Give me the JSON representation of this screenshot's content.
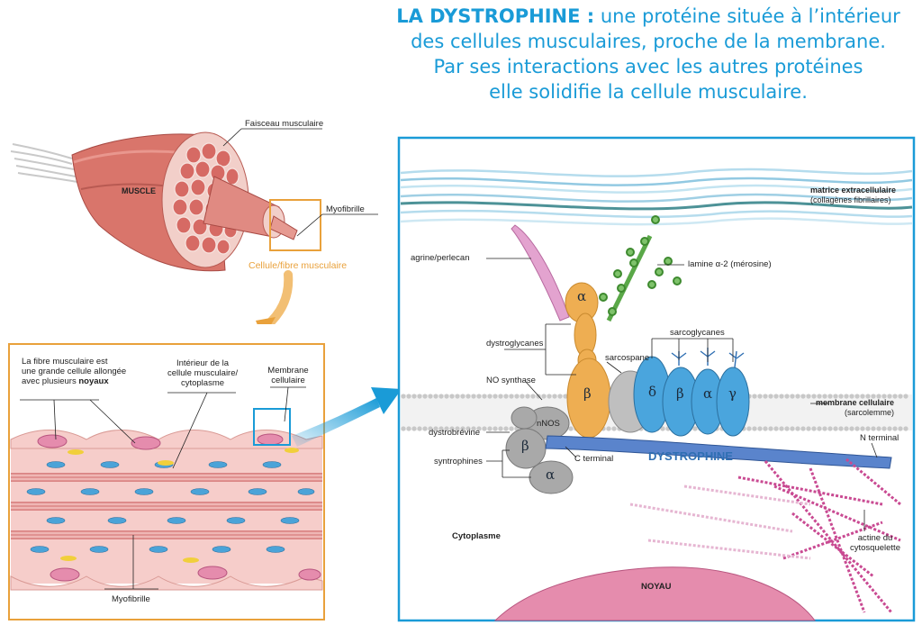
{
  "title": {
    "bold": "LA DYSTROPHINE :",
    "line1": " une protéine située à l’intérieur",
    "line2": "des cellules musculaires, proche de la membrane.",
    "line3": "Par ses interactions avec les autres protéines",
    "line4": "elle solidifie la cellule musculaire."
  },
  "muscle": {
    "muscle": "MUSCLE",
    "faisceau": "Faisceau musculaire",
    "myofibrille": "Myofibrille",
    "cellule_fibre": "Cellule/fibre musculaire"
  },
  "fiber_panel": {
    "desc_line1": "La fibre musculaire est",
    "desc_line2": "une grande cellule allongée",
    "desc_line3_pre": "avec plusieurs ",
    "desc_line3_bold": "noyaux",
    "interieur_line1": "Intérieur de la",
    "interieur_line2": "cellule musculaire/",
    "interieur_line3": "cytoplasme",
    "membrane_line1": "Membrane",
    "membrane_line2": "cellulaire",
    "myofibrille": "Myofibrille"
  },
  "molecular": {
    "matrice_line1": "matrice extracellulaire",
    "matrice_line2": "(collagènes fibrillaires)",
    "agrine": "agrine/perlecan",
    "laminine": "lamine α-2 (mérosine)",
    "dystroglycanes": "dystroglycanes",
    "sarcospane": "sarcospane",
    "sarcoglycanes": "sarcoglycanes",
    "no_synthase": "NO synthase",
    "nnos": "nNOS",
    "dystrobrevine": "dystrobrévine",
    "syntrophines": "syntrophines",
    "c_terminal": "C terminal",
    "n_terminal": "N terminal",
    "dystrophine": "DYSTROPHINE",
    "membrane_line1": "membrane cellulaire",
    "membrane_line2": "(sarcolemme)",
    "cytoplasme": "Cytoplasme",
    "actine_line1": "actine du",
    "actine_line2": "cytosquelette",
    "noyau": "NOYAU",
    "greek_alpha": "α",
    "greek_beta": "β",
    "greek_delta": "δ",
    "greek_gamma": "γ"
  },
  "colors": {
    "title_blue": "#1a9bd7",
    "orange_frame": "#e9a13b",
    "blue_frame": "#1a9bd7",
    "muscle_red": "#d9756b",
    "dystrophin_blue": "#5a84cc",
    "sarcoglycan_blue": "#4aa5dd",
    "dystroglycan_orange": "#eeae52",
    "actin_pink": "#c94a92",
    "nucleus_pink": "#e58cad"
  }
}
